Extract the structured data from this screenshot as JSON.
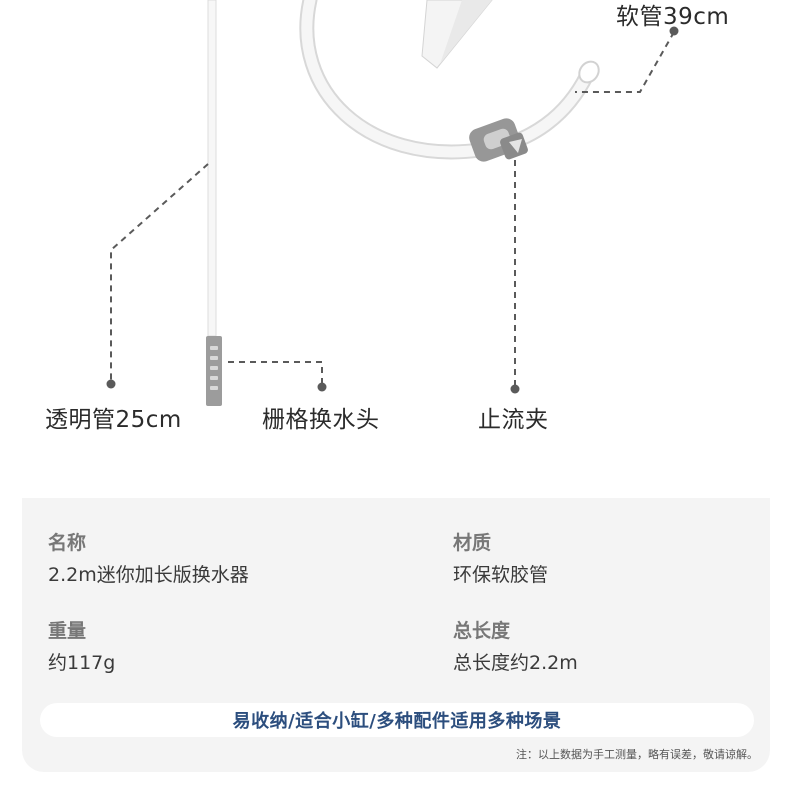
{
  "callouts": {
    "soft_hose": "软管39cm",
    "clear_tube": "透明管25cm",
    "grid_head": "栅格换水头",
    "clamp": "止流夹"
  },
  "specs": {
    "name": {
      "label": "名称",
      "value": "2.2m迷你加长版换水器"
    },
    "material": {
      "label": "材质",
      "value": "环保软胶管"
    },
    "weight": {
      "label": "重量",
      "value": "约117g"
    },
    "length": {
      "label": "总长度",
      "value": "总长度约2.2m"
    }
  },
  "banner": "易收纳/适合小缸/多种配件适用多种场景",
  "note": "注：以上数据为手工测量，略有误差，敬请谅解。",
  "colors": {
    "card_bg": "#f4f4f4",
    "banner_text": "#2c4e7e",
    "callout_line": "#5a5a5a",
    "clamp": "#8e8e8e"
  }
}
